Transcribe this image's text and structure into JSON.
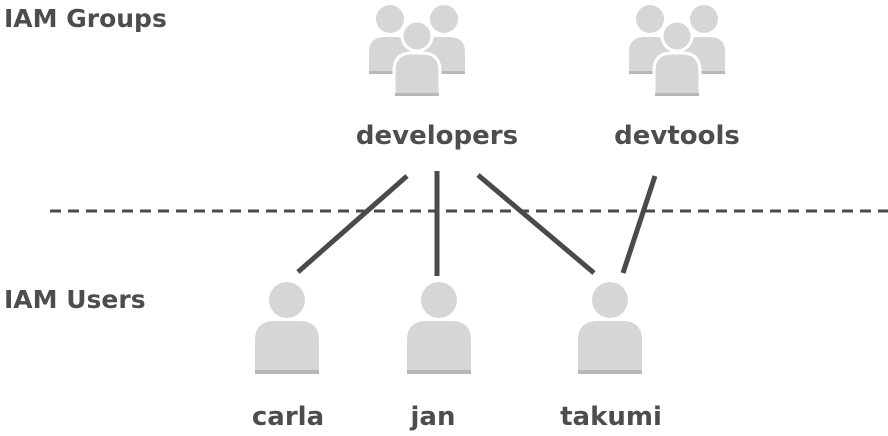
{
  "sections": {
    "groups_label": "IAM Groups",
    "users_label": "IAM Users"
  },
  "groups": [
    {
      "name": "developers",
      "icon": "user-group-icon"
    },
    {
      "name": "devtools",
      "icon": "user-group-icon"
    }
  ],
  "users": [
    {
      "name": "carla",
      "icon": "user-icon"
    },
    {
      "name": "jan",
      "icon": "user-icon"
    },
    {
      "name": "takumi",
      "icon": "user-icon"
    }
  ],
  "memberships": [
    {
      "group": "developers",
      "user": "carla"
    },
    {
      "group": "developers",
      "user": "jan"
    },
    {
      "group": "developers",
      "user": "takumi"
    },
    {
      "group": "devtools",
      "user": "takumi"
    }
  ],
  "colors": {
    "text": "#4d4d4d",
    "icon_fill": "#d6d6d6",
    "icon_shadow": "#b8b8b8",
    "line": "#4a4a4a",
    "divider": "#4a4a4a"
  }
}
